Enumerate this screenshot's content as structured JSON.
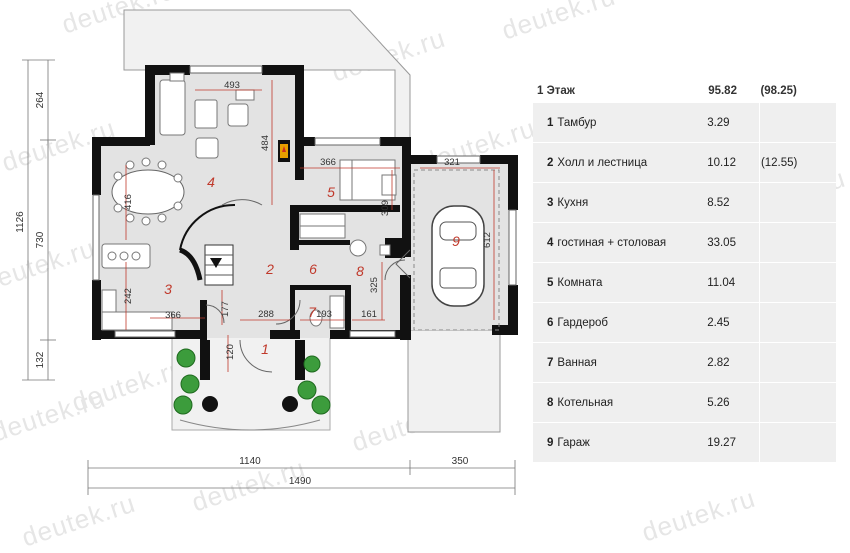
{
  "watermark": "deutek.ru",
  "plan": {
    "rooms": [
      {
        "num": "1"
      },
      {
        "num": "2"
      },
      {
        "num": "3"
      },
      {
        "num": "4"
      },
      {
        "num": "5"
      },
      {
        "num": "6"
      },
      {
        "num": "7"
      },
      {
        "num": "8"
      },
      {
        "num": "9"
      }
    ],
    "inner_dims": [
      "493",
      "484",
      "366",
      "321",
      "309",
      "612",
      "416",
      "242",
      "366",
      "177",
      "288",
      "193",
      "161",
      "325",
      "120"
    ],
    "outer_dims": {
      "left": [
        "264",
        "1126",
        "730",
        "132"
      ],
      "bottom": [
        "1140",
        "350",
        "1490"
      ]
    }
  },
  "table": {
    "header": {
      "label": "1 Этаж",
      "area": "95.82",
      "total": "(98.25)"
    },
    "rows": [
      {
        "num": "1",
        "name": "Тамбур",
        "area": "3.29",
        "extra": ""
      },
      {
        "num": "2",
        "name": "Холл и лестница",
        "area": "10.12",
        "extra": "(12.55)"
      },
      {
        "num": "3",
        "name": "Кухня",
        "area": "8.52",
        "extra": ""
      },
      {
        "num": "4",
        "name": "гостиная + столовая",
        "area": "33.05",
        "extra": ""
      },
      {
        "num": "5",
        "name": "Комната",
        "area": "11.04",
        "extra": ""
      },
      {
        "num": "6",
        "name": "Гардероб",
        "area": "2.45",
        "extra": ""
      },
      {
        "num": "7",
        "name": "Ванная",
        "area": "2.82",
        "extra": ""
      },
      {
        "num": "8",
        "name": "Котельная",
        "area": "5.26",
        "extra": ""
      },
      {
        "num": "9",
        "name": "Гараж",
        "area": "19.27",
        "extra": ""
      }
    ]
  }
}
